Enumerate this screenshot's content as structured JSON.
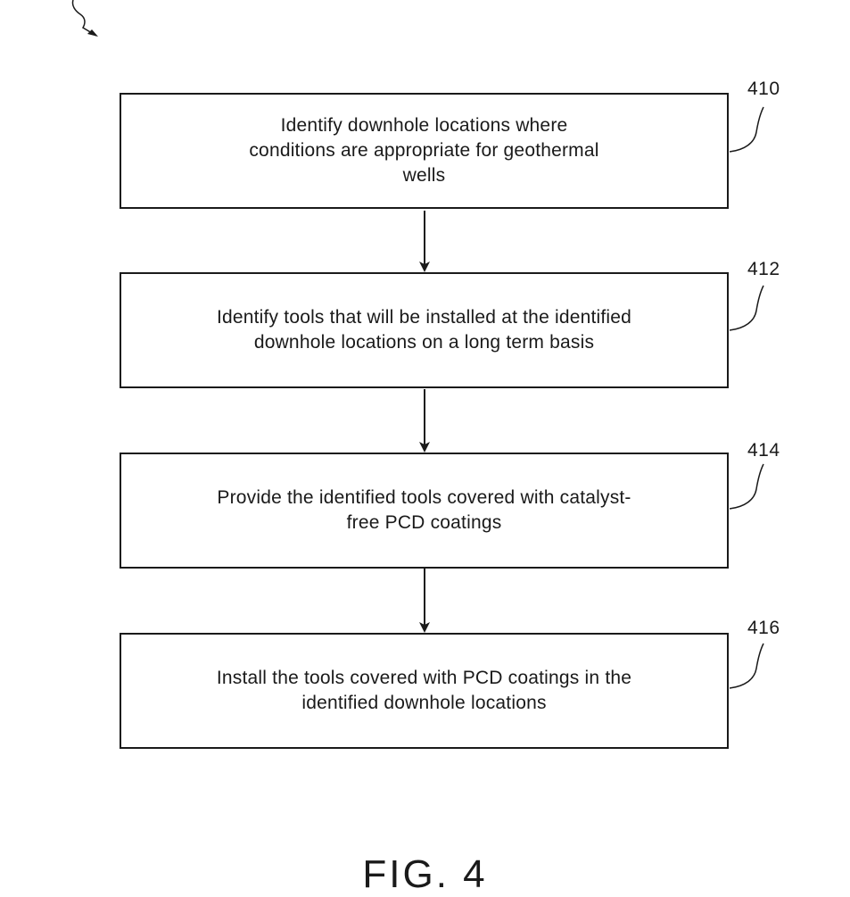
{
  "steps": [
    {
      "ref": "410",
      "text": "Identify downhole locations where conditions are appropriate for geothermal wells"
    },
    {
      "ref": "412",
      "text": "Identify tools that will be installed at the identified downhole locations on a long term basis"
    },
    {
      "ref": "414",
      "text": "Provide the identified tools covered with catalyst-free PCD coatings"
    },
    {
      "ref": "416",
      "text": "Install the tools covered with PCD coatings in the identified downhole locations"
    }
  ],
  "figure_label": "FIG. 4"
}
